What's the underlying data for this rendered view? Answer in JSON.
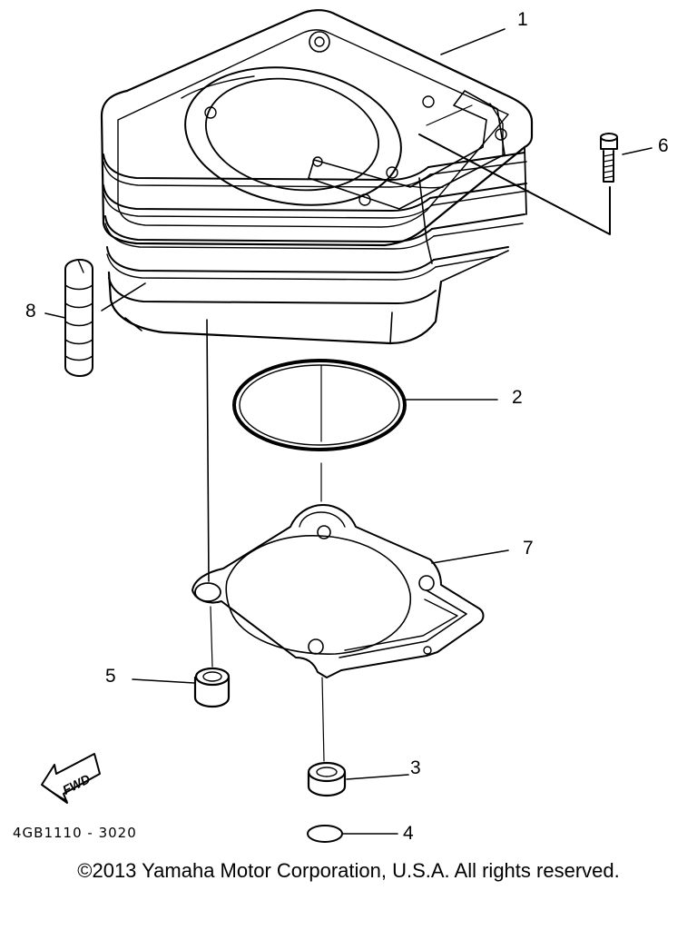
{
  "callouts": [
    {
      "id": "1",
      "label": "1"
    },
    {
      "id": "2",
      "label": "2"
    },
    {
      "id": "3",
      "label": "3"
    },
    {
      "id": "4",
      "label": "4"
    },
    {
      "id": "5",
      "label": "5"
    },
    {
      "id": "6",
      "label": "6"
    },
    {
      "id": "7",
      "label": "7"
    },
    {
      "id": "8",
      "label": "8"
    }
  ],
  "fwd_label": "FWD",
  "part_code": "4GB1110 - 3020",
  "copyright": "©2013 Yamaha Motor Corporation, U.S.A. All rights reserved."
}
